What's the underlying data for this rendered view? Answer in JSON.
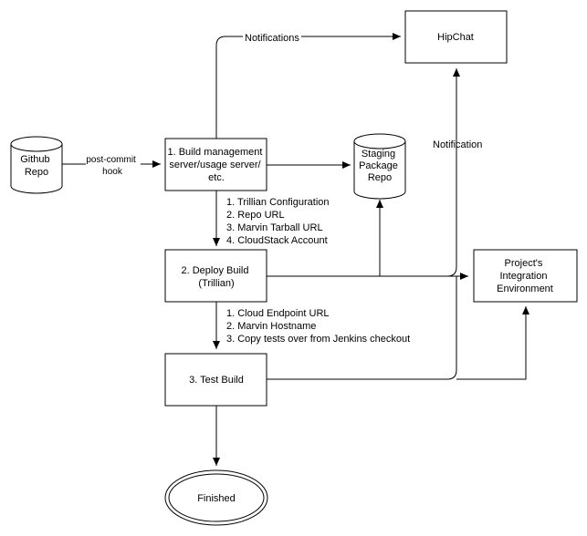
{
  "nodes": {
    "github": [
      "Github",
      "Repo"
    ],
    "build_mgmt": [
      "1. Build management",
      "server/usage server/",
      "etc."
    ],
    "staging": [
      "Staging",
      "Package",
      "Repo"
    ],
    "hipchat": [
      "HipChat"
    ],
    "deploy": [
      "2. Deploy Build",
      "(Trillian)"
    ],
    "integration": [
      "Project's",
      "Integration",
      "Environment"
    ],
    "test": [
      "3. Test Build"
    ],
    "finished": [
      "Finished"
    ]
  },
  "edges": {
    "post_commit": [
      "post-commit",
      "hook"
    ],
    "notifications": "Notifications",
    "notification": "Notification",
    "deploy_inputs": [
      "1. Trillian Configuration",
      "2. Repo URL",
      "3. Marvin Tarball URL",
      "4. CloudStack Account"
    ],
    "test_inputs": [
      "1. Cloud Endpoint URL",
      "2. Marvin Hostname",
      "3. Copy tests over from Jenkins checkout"
    ]
  }
}
